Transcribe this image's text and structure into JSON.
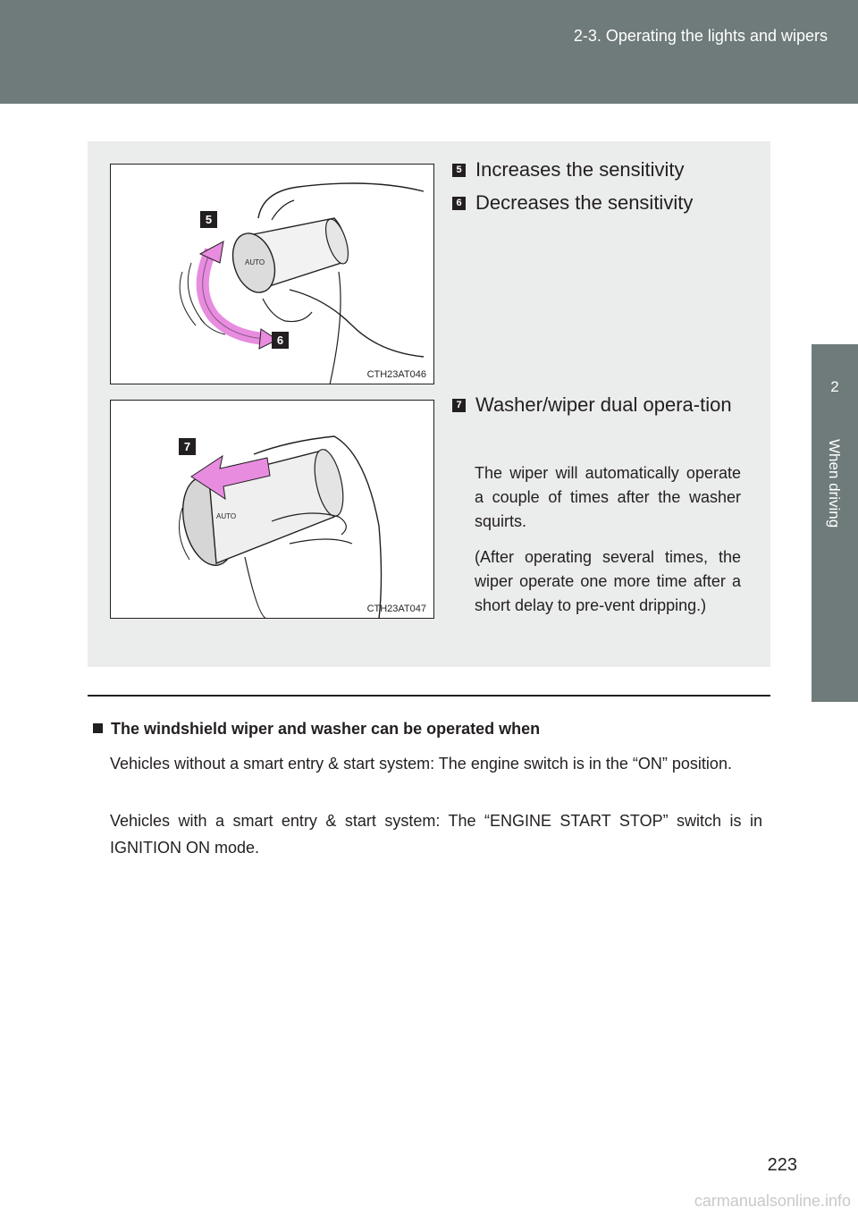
{
  "header": {
    "section_title": "2-3. Operating the lights and wipers"
  },
  "side_tab": {
    "chapter_number": "2",
    "chapter_label": "When driving"
  },
  "figures": [
    {
      "code": "CTH23AT046",
      "callouts": [
        "5",
        "6"
      ]
    },
    {
      "code": "CTH23AT047",
      "callouts": [
        "7"
      ]
    }
  ],
  "items": [
    {
      "marker": "5",
      "text": "Increases the sensitivity"
    },
    {
      "marker": "6",
      "text": "Decreases the sensitivity"
    },
    {
      "marker": "7",
      "text": "Washer/wiper dual opera-tion",
      "desc1": "The wiper will automatically operate a couple of times after the washer squirts.",
      "desc2": "(After operating several times, the wiper operate one more time after a short delay to pre-vent dripping.)"
    }
  ],
  "note": {
    "heading": "The windshield wiper and washer can be operated when",
    "para1": "Vehicles without a smart entry & start system: The engine switch is in the “ON” position.",
    "para2": "Vehicles with a smart entry & start system: The “ENGINE START STOP” switch is in IGNITION ON mode."
  },
  "page_number": "223",
  "watermark": "carmanualsonline.info",
  "colors": {
    "header_gray": "#6e7b7a",
    "box_gray": "#ebecec",
    "arrow_pink": "#e88ce0"
  }
}
